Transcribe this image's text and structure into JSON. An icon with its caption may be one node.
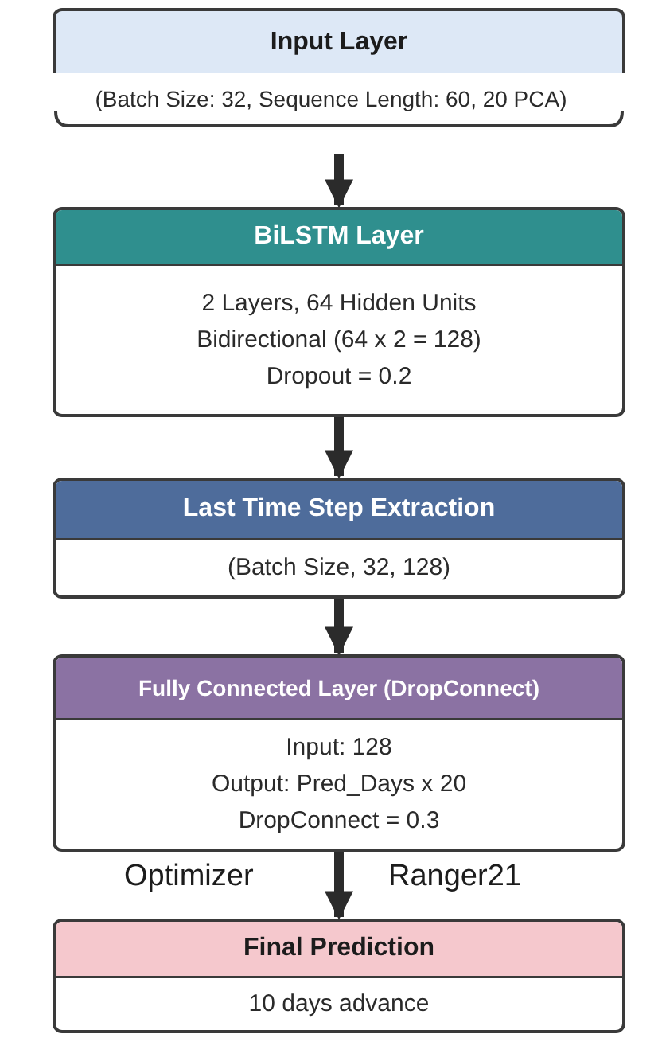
{
  "diagram": {
    "nodes": [
      {
        "text": [
          "Input Layer",
          "(Batch Size: 32, Sequence Length: 60, 20 PCA)"
        ]
      },
      {
        "text": [
          "BiLSTM Layer",
          "2 Layers, 64 Hidden Units",
          "Bidirectional (64 x 2 = 128)",
          "Dropout = 0.2"
        ]
      },
      {
        "text": [
          "Last Time Step Extraction",
          "(Batch Size, 32, 128)"
        ]
      },
      {
        "text": [
          "Fully Connected Layer (DropConnect)",
          "Input: 128",
          "Output: Pred_Days x 20",
          "DropConnect = 0.3"
        ]
      },
      {
        "text": [
          "Final Prediction",
          "10 days advance"
        ]
      }
    ],
    "edges": [
      {
        "from": 0,
        "to": 1,
        "arrow": "to"
      },
      {
        "from": 1,
        "to": 2,
        "arrow": "to"
      },
      {
        "from": 2,
        "to": 3,
        "arrow": "to"
      },
      {
        "from": 3,
        "to": 4,
        "arrow": "to"
      }
    ],
    "labels": [
      "Optimizer",
      "Ranger21"
    ]
  }
}
